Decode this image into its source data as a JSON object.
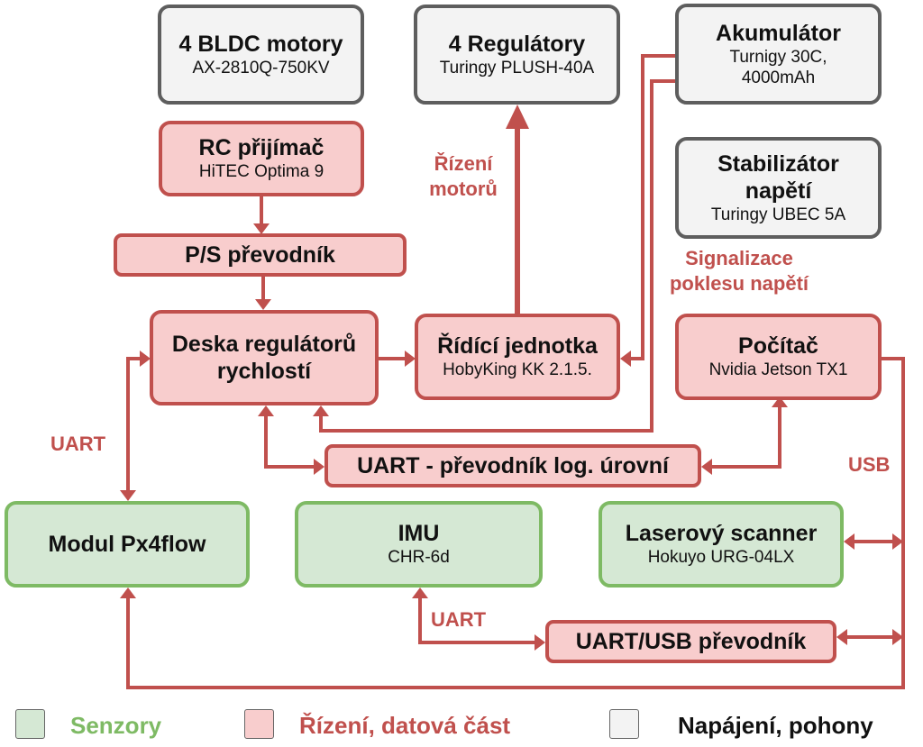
{
  "boxes": {
    "motors": {
      "title": "4 BLDC motory",
      "sub": "AX-2810Q-750KV"
    },
    "regulators": {
      "title": "4 Regulátory",
      "sub": "Turingy PLUSH-40A"
    },
    "battery": {
      "title": "Akumulátor",
      "sub": "Turnigy 30C, 4000mAh"
    },
    "rc": {
      "title": "RC přijímač",
      "sub": "HiTEC Optima 9"
    },
    "stabilizer": {
      "title": "Stabilizátor napětí",
      "sub": "Turingy UBEC 5A"
    },
    "ps": {
      "title": "P/S převodník"
    },
    "speed": {
      "title": "Deska regulátorů rychlostí"
    },
    "control": {
      "title": "Řídící jednotka",
      "sub": "HobyKing KK 2.1.5."
    },
    "computer": {
      "title": "Počítač",
      "sub": "Nvidia Jetson TX1"
    },
    "uartlvl": {
      "title": "UART - převodník log. úrovní"
    },
    "px4flow": {
      "title": "Modul Px4flow"
    },
    "imu": {
      "title": "IMU",
      "sub": "CHR-6d"
    },
    "laser": {
      "title": "Laserový scanner",
      "sub": "Hokuyo URG-04LX"
    },
    "uartusb": {
      "title": "UART/USB převodník"
    }
  },
  "labels": {
    "motor_control": "Řízení motorů",
    "voltage_signal": "Signalizace poklesu napětí",
    "uart_left": "UART",
    "usb": "USB",
    "uart_imu": "UART"
  },
  "legend": [
    {
      "label": "Senzory",
      "color": "#d5e8d4",
      "text_color": "#7eba64"
    },
    {
      "label": "Řízení, datová část",
      "color": "#f8cdcd",
      "text_color": "#c0504d"
    },
    {
      "label": "Napájení, pohony",
      "color": "#f3f3f3",
      "text_color": "#111111"
    }
  ],
  "colors": {
    "wire": "#c0504d",
    "gray_border": "#5e5e5e",
    "red_border": "#c0504d",
    "green_border": "#7eba64"
  }
}
